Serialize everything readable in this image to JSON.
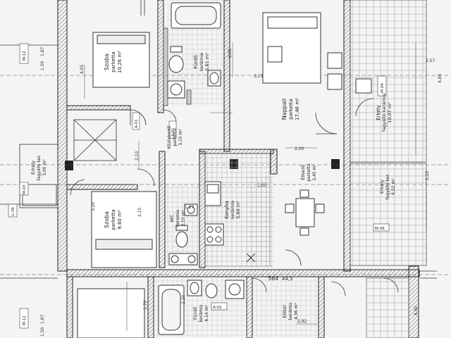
{
  "rooms": {
    "szoba_top": {
      "name": "Szoba",
      "floor": "parketta",
      "area": "10,26 m²"
    },
    "furdo_top": {
      "name": "Fürdő",
      "floor": "kerámia",
      "area": "5,61 m²"
    },
    "kozlekedo": {
      "name": "Közlekedő",
      "floor": "parketta",
      "area": "3,15 m²"
    },
    "nappali": {
      "name": "Nappali",
      "floor": "parketta",
      "area": "17,46 m²"
    },
    "erkely_right": {
      "name": "Erkély",
      "floor": "fagyálló kerámia",
      "area": "10,07 m²"
    },
    "erkely_left": {
      "name": "Erkély",
      "floor": "fagyálló ker.",
      "area": "3,00 m²"
    },
    "etkezo": {
      "name": "Étkező",
      "floor": "parketta",
      "area": "3,45 m²"
    },
    "erkely_mid": {
      "name": "Erkély",
      "floor": "fagyálló ker.",
      "area": "6,02 m²"
    },
    "szoba_bottom": {
      "name": "Szoba",
      "floor": "parketta",
      "area": "9,60 m²"
    },
    "wc": {
      "name": "WC",
      "floor": "kerámia",
      "area": "2,15 m²"
    },
    "konyha": {
      "name": "Konyha",
      "floor": "kerámia",
      "area": "5,60 m²"
    },
    "furdo_bottom": {
      "name": "Fürdő",
      "floor": "kerámia",
      "area": "4,14 m²"
    },
    "eloter": {
      "name": "Előtér",
      "floor": "kerámia",
      "area": "4,36 m²"
    }
  },
  "tags": {
    "m12_top": "M-12",
    "m12_bottom": "M-12",
    "m04": "M-04",
    "m06": "M-06",
    "m03": "M-03",
    "a01_left": "A-01",
    "a01_mid": "A-01",
    "a02": "A-02",
    "l36": "L-36",
    "number_stamp": "564",
    "handwritten": "44,5"
  },
  "dimensions": {
    "d_top1": "1,87",
    "d_top2": "1,50",
    "d_top3": "4,05",
    "d_top4": "2,95",
    "d_top5": "3,15",
    "d_top6": "2,57",
    "d_top7": "4,85",
    "d_mid1": "2,10",
    "d_mid2": "2,00",
    "d_mid3": "3,20",
    "d_mid4": "2,15",
    "d_mid5": "2,20",
    "d_mid6": "1,00",
    "d_bot1": "1,87",
    "d_bot2": "1,50",
    "d_bot3": "1,70",
    "d_bot4": "2,20",
    "d_bot5": "2,92",
    "d_bot6": "4,40",
    "d_wc": "1,27"
  }
}
